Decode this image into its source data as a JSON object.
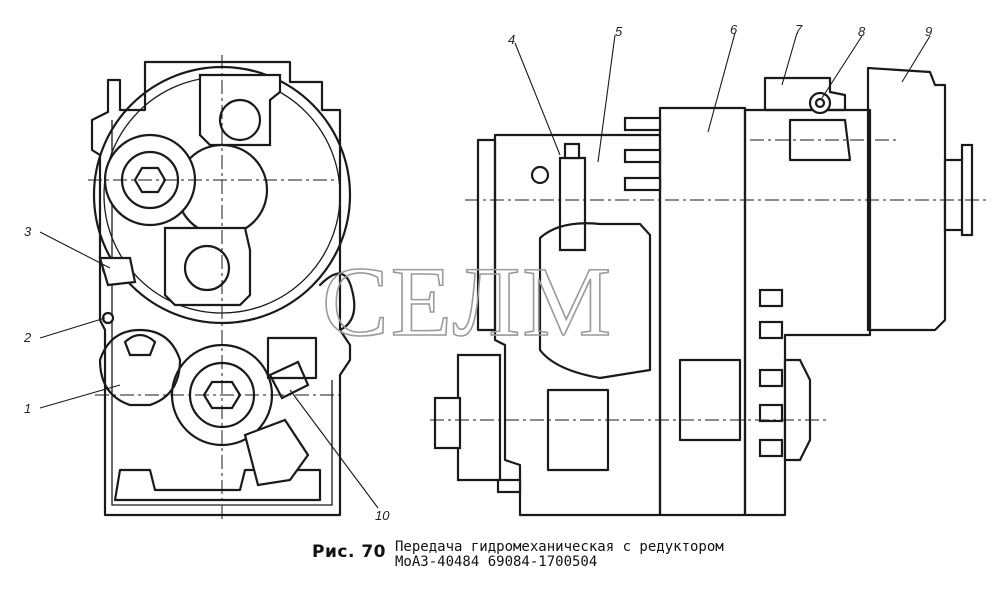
{
  "figure": {
    "label": "Рис. 70",
    "caption_line1": "Передача гидромеханическая с редуктором",
    "caption_line2": "МоАЗ-40484 69084-1700504"
  },
  "watermark": "СЕЛМ",
  "callouts": [
    "1",
    "2",
    "3",
    "4",
    "5",
    "6",
    "7",
    "8",
    "9",
    "10"
  ]
}
